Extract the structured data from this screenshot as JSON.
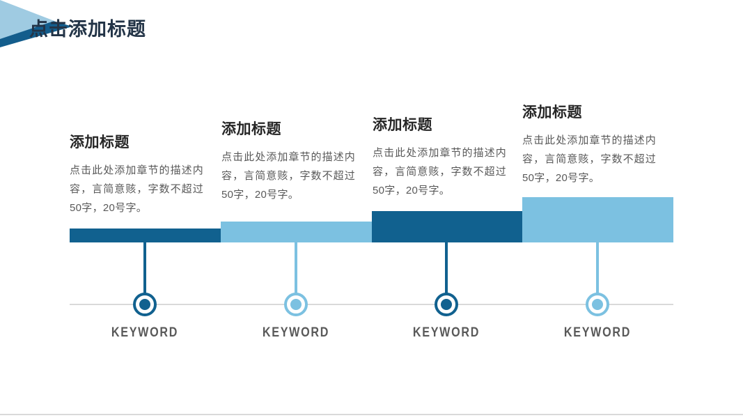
{
  "slide": {
    "title": "点击添加标题",
    "palette": {
      "dark_blue": "#11618f",
      "light_blue": "#7cc1e1",
      "decoration_light": "#9fcbe2",
      "decoration_dark": "#135d8c",
      "timeline_gray": "#d9d9d9",
      "title_color": "#233447",
      "heading_color": "#262626",
      "body_color": "#595959",
      "keyword_color": "#595959"
    },
    "columns": [
      {
        "heading": "添加标题",
        "body": "点击此处添加章节的描述内容，言简意赅，字数不超过50字，20号字。",
        "keyword": "KEYWORD",
        "tone": "dark"
      },
      {
        "heading": "添加标题",
        "body": "点击此处添加章节的描述内容，言简意赅，字数不超过50字，20号字。",
        "keyword": "KEYWORD",
        "tone": "light"
      },
      {
        "heading": "添加标题",
        "body": "点击此处添加章节的描述内容，言简意赅，字数不超过50字，20号字。",
        "keyword": "KEYWORD",
        "tone": "dark"
      },
      {
        "heading": "添加标题",
        "body": "点击此处添加章节的描述内容，言简意赅，字数不超过50字，20号字。",
        "keyword": "KEYWORD",
        "tone": "light"
      }
    ]
  }
}
